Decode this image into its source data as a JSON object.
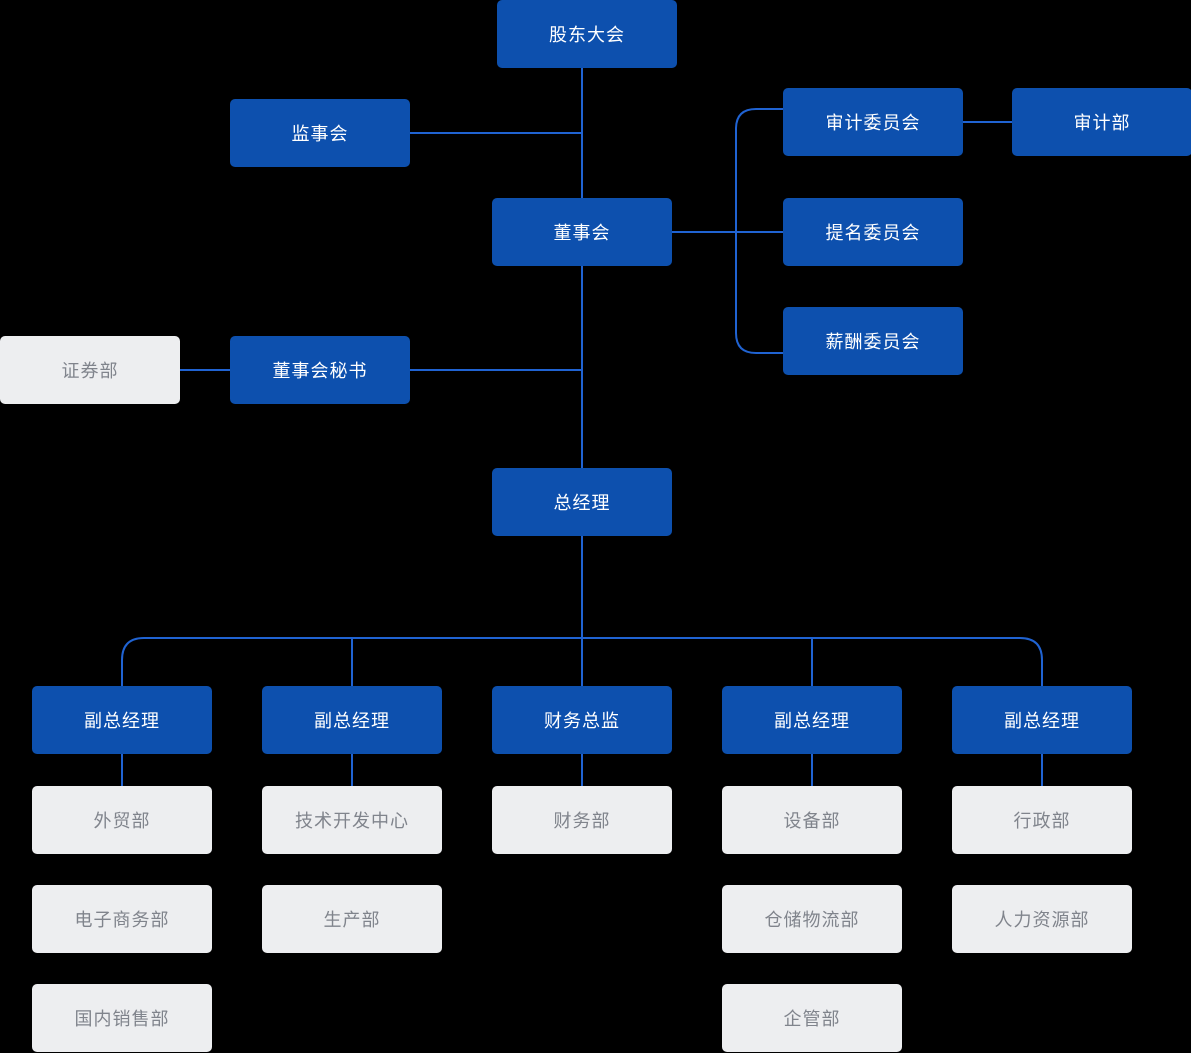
{
  "diagram_type": "org-chart",
  "colors": {
    "background": "#000000",
    "node_blue": "#0d50ae",
    "node_gray": "#edeef0",
    "text_on_blue": "#ffffff",
    "text_on_gray": "#80848c",
    "connector": "#2063d2"
  },
  "nodes": {
    "shareholders": {
      "label": "股东大会"
    },
    "supervisory_board": {
      "label": "监事会"
    },
    "audit_committee": {
      "label": "审计委员会"
    },
    "audit_dept": {
      "label": "审计部"
    },
    "board": {
      "label": "董事会"
    },
    "nomination_committee": {
      "label": "提名委员会"
    },
    "compensation_committee": {
      "label": "薪酬委员会"
    },
    "securities_dept": {
      "label": "证券部"
    },
    "board_secretary": {
      "label": "董事会秘书"
    },
    "general_manager": {
      "label": "总经理"
    },
    "deputy_gm_1": {
      "label": "副总经理"
    },
    "deputy_gm_2": {
      "label": "副总经理"
    },
    "cfo": {
      "label": "财务总监"
    },
    "deputy_gm_3": {
      "label": "副总经理"
    },
    "deputy_gm_4": {
      "label": "副总经理"
    },
    "foreign_trade_dept": {
      "label": "外贸部"
    },
    "ecommerce_dept": {
      "label": "电子商务部"
    },
    "domestic_sales_dept": {
      "label": "国内销售部"
    },
    "tech_dev_center": {
      "label": "技术开发中心"
    },
    "production_dept": {
      "label": "生产部"
    },
    "finance_dept": {
      "label": "财务部"
    },
    "equipment_dept": {
      "label": "设备部"
    },
    "warehouse_logistics_dept": {
      "label": "仓储物流部"
    },
    "enterprise_mgmt_dept": {
      "label": "企管部"
    },
    "admin_dept": {
      "label": "行政部"
    },
    "hr_dept": {
      "label": "人力资源部"
    }
  },
  "edges": [
    "shareholders->board",
    "board->supervisory_board",
    "board->audit_committee",
    "board->nomination_committee",
    "board->compensation_committee",
    "audit_committee->audit_dept",
    "board_secretary->securities_dept",
    "board->board_secretary",
    "board->general_manager",
    "general_manager->deputy_gm_1",
    "general_manager->deputy_gm_2",
    "general_manager->cfo",
    "general_manager->deputy_gm_3",
    "general_manager->deputy_gm_4",
    "deputy_gm_1->foreign_trade_dept",
    "deputy_gm_2->tech_dev_center",
    "cfo->finance_dept",
    "deputy_gm_3->equipment_dept",
    "deputy_gm_4->admin_dept"
  ]
}
